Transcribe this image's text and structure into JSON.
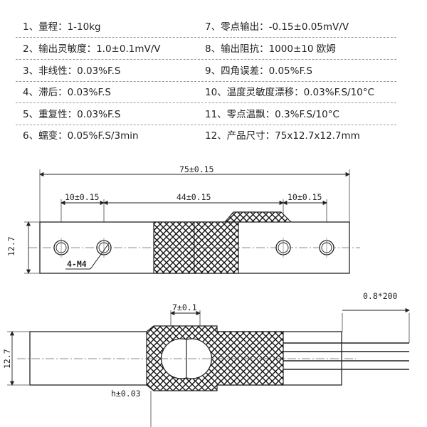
{
  "specs": [
    {
      "left": "1、量程：1-10kg",
      "right": "7、零点输出：-0.15±0.05mV/V"
    },
    {
      "left": "2、输出灵敏度：1.0±0.1mV/V",
      "right": "8、输出阻抗：1000±10 欧姆"
    },
    {
      "left": "3、非线性：0.03%F.S",
      "right": "9、四角误差：0.05%F.S"
    },
    {
      "left": "4、滞后：0.03%F.S",
      "right": "10、温度灵敏度漂移：0.03%F.S/10°C"
    },
    {
      "left": "5、重复性：0.03%F.S",
      "right": "11、零点温飘：0.3%F.S/10°C"
    },
    {
      "left": "6、蠕变：0.05%F.S/3min",
      "right": "12、产品尺寸：75x12.7x12.7mm"
    }
  ],
  "drawing": {
    "top_view": {
      "overall_length": "75±0.15",
      "left_hole_spacing": "10±0.15",
      "center_spacing": "44±0.15",
      "right_hole_spacing": "10±0.15",
      "height": "12.7",
      "hole_callout": "4-M4"
    },
    "side_view": {
      "bore_width": "7±0.1",
      "height": "12.7",
      "cable_spec": "0.8*200",
      "bottom_dim": "h±0.03"
    }
  }
}
